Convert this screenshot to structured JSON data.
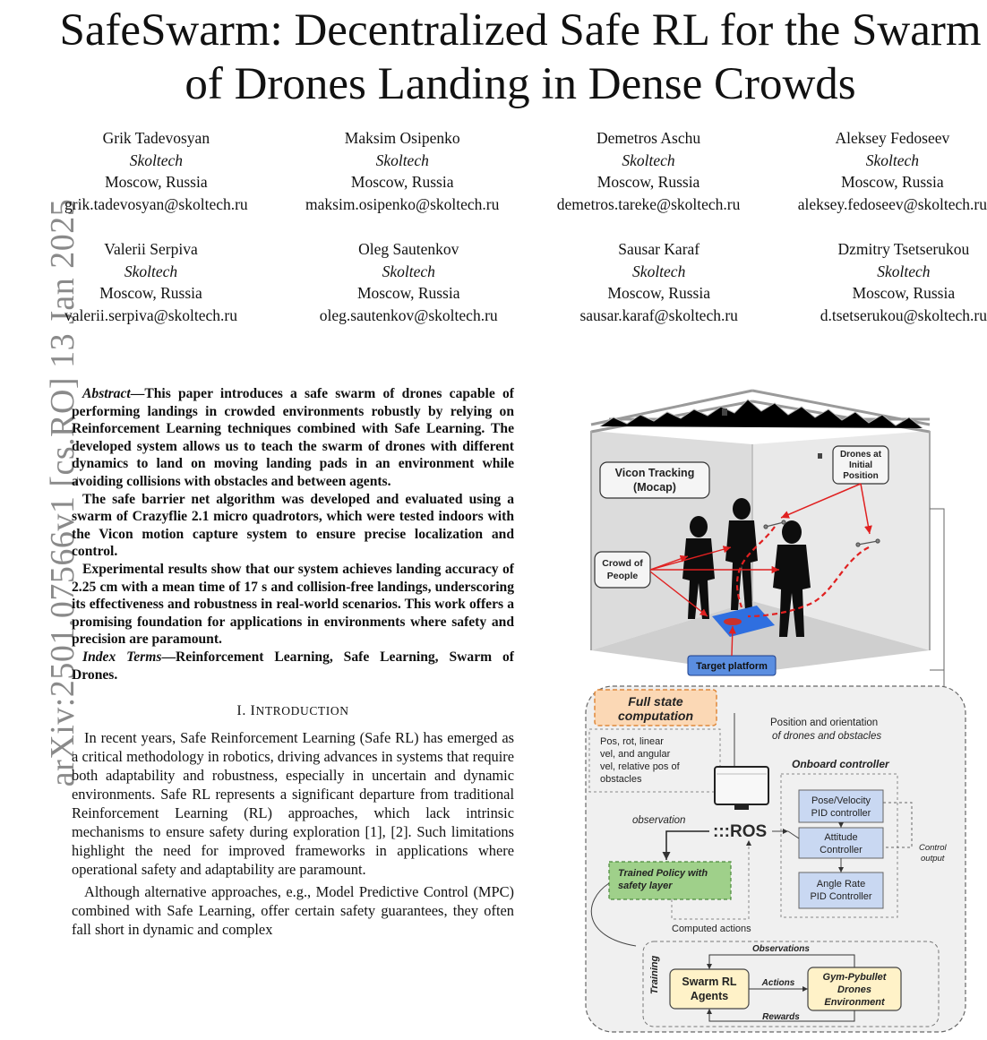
{
  "arxiv_id": "arXiv:2501.07566v1  [cs.RO]  13 Jan 2025",
  "title": "SafeSwarm: Decentralized Safe RL for the Swarm of Drones Landing in Dense Crowds",
  "authors_row1": [
    {
      "name": "Grik Tadevosyan",
      "affiliation": "Skoltech",
      "location": "Moscow, Russia",
      "email": "grik.tadevosyan@skoltech.ru"
    },
    {
      "name": "Maksim Osipenko",
      "affiliation": "Skoltech",
      "location": "Moscow, Russia",
      "email": "maksim.osipenko@skoltech.ru"
    },
    {
      "name": "Demetros Aschu",
      "affiliation": "Skoltech",
      "location": "Moscow, Russia",
      "email": "demetros.tareke@skoltech.ru"
    },
    {
      "name": "Aleksey Fedoseev",
      "affiliation": "Skoltech",
      "location": "Moscow, Russia",
      "email": "aleksey.fedoseev@skoltech.ru"
    }
  ],
  "authors_row2": [
    {
      "name": "Valerii Serpiva",
      "affiliation": "Skoltech",
      "location": "Moscow, Russia",
      "email": "valerii.serpiva@skoltech.ru"
    },
    {
      "name": "Oleg Sautenkov",
      "affiliation": "Skoltech",
      "location": "Moscow, Russia",
      "email": "oleg.sautenkov@skoltech.ru"
    },
    {
      "name": "Sausar Karaf",
      "affiliation": "Skoltech",
      "location": "Moscow, Russia",
      "email": "sausar.karaf@skoltech.ru"
    },
    {
      "name": "Dzmitry Tsetserukou",
      "affiliation": "Skoltech",
      "location": "Moscow, Russia",
      "email": "d.tsetserukou@skoltech.ru"
    }
  ],
  "abstract": {
    "lead": "Abstract",
    "p1": "—This paper introduces a safe swarm of drones capable of performing landings in crowded environments robustly by relying on Reinforcement Learning techniques combined with Safe Learning. The developed system allows us to teach the swarm of drones with different dynamics to land on moving landing pads in an environment while avoiding collisions with obstacles and between agents.",
    "p2": "The safe barrier net algorithm was developed and evaluated using a swarm of Crazyflie 2.1 micro quadrotors, which were tested indoors with the Vicon motion capture system to ensure precise localization and control.",
    "p3": "Experimental results show that our system achieves landing accuracy of 2.25 cm with a mean time of 17 s and collision-free landings, underscoring its effectiveness and robustness in real-world scenarios. This work offers a promising foundation for applications in environments where safety and precision are paramount.",
    "index_lead": "Index Terms",
    "index_text": "—Reinforcement Learning, Safe Learning, Swarm of Drones."
  },
  "section": {
    "title": "I. I",
    "title_rest": "NTRODUCTION",
    "p1": "In recent years, Safe Reinforcement Learning (Safe RL) has emerged as a critical methodology in robotics, driving advances in systems that require both adaptability and robustness, especially in uncertain and dynamic environments. Safe RL represents a significant departure from traditional Reinforcement Learning (RL) approaches, which lack intrinsic mechanisms to ensure safety during exploration [1], [2]. Such limitations highlight the need for improved frameworks in applications where operational safety and adaptability are paramount.",
    "p2": "Although alternative approaches, e.g., Model Predictive Control (MPC) combined with Safe Learning, offer certain safety guarantees, they often fall short in dynamic and complex"
  },
  "figure": {
    "vicon": [
      "Vicon Tracking",
      "(Mocap)"
    ],
    "drones_initial": [
      "Drones at",
      "Initial",
      "Position"
    ],
    "crowd": [
      "Crowd of",
      "People"
    ],
    "target_platform": "Target platform",
    "full_state": [
      "Full state",
      "computation"
    ],
    "position_orientation": "Position and orientation",
    "of_drones_obstacles": "of drones and obstacles",
    "pos_rot": [
      "Pos, rot, linear",
      "vel, and angular",
      "vel, relative pos of",
      "obstacles"
    ],
    "onboard_controller": "Onboard controller",
    "pose_velocity": [
      "Pose/Velocity",
      "PID controller"
    ],
    "attitude": [
      "Attitude",
      "Controller"
    ],
    "angle_rate": [
      "Angle Rate",
      "PID Controller"
    ],
    "control_output": [
      "Control",
      "output"
    ],
    "observation": "observation",
    "ros": ":::ROS",
    "trained_policy": [
      "Trained Policy with",
      "safety layer"
    ],
    "computed_actions": "Computed actions",
    "training": "Training",
    "observations": "Observations",
    "swarm_rl": [
      "Swarm RL",
      "Agents"
    ],
    "actions": "Actions",
    "gym": [
      "Gym-Pybullet",
      "Drones",
      "Environment"
    ],
    "rewards": "Rewards",
    "colors": {
      "full_state_fill": "#fbd8b5",
      "full_state_stroke": "#e0883a",
      "policy_fill": "#9fd08a",
      "agents_fill": "#fff2c8",
      "controller_fill": "#c9d8f2",
      "platform_fill": "#5b8ee0",
      "path_red": "#e02020"
    }
  }
}
